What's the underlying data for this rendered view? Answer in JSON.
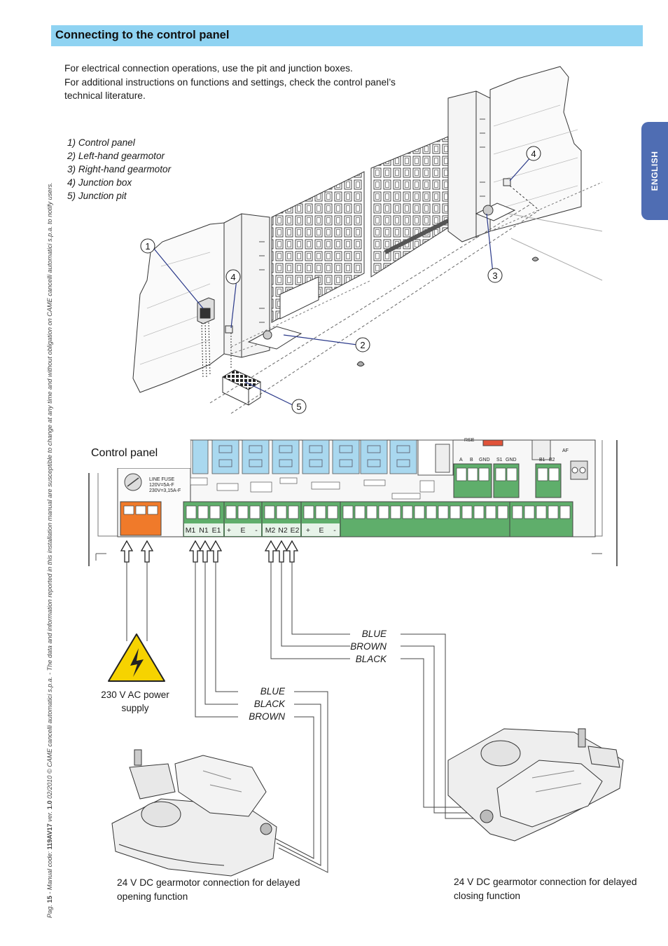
{
  "header": {
    "title": "Connecting to the control panel"
  },
  "intro": {
    "lines": [
      "For electrical connection operations, use the pit and junction boxes.",
      "For additional instructions on functions and settings, check the control panel’s",
      "technical literature."
    ]
  },
  "legend": {
    "items": [
      "1) Control panel",
      "2) Left-hand gearmotor",
      "3) Right-hand gearmotor",
      "4) Junction box",
      "5) Junction pit"
    ]
  },
  "callouts": [
    "1",
    "2",
    "3",
    "4",
    "4",
    "5"
  ],
  "language_tab": "ENGLISH",
  "panel": {
    "label": "Control panel",
    "fuse_lines": [
      "LINE FUSE",
      "120V=5A-F",
      "230V=3,15A-F"
    ],
    "top_labels": [
      "RSE",
      "A",
      "B",
      "GND",
      "S1",
      "GND",
      "B1",
      "B2",
      "AF"
    ],
    "terminals_motor1": [
      "M1",
      "N1",
      "E1"
    ],
    "terminals_enc1": [
      "+",
      "E",
      "-"
    ],
    "terminals_motor2": [
      "M2",
      "N2",
      "E2"
    ],
    "terminals_enc2": [
      "+",
      "E",
      "-"
    ]
  },
  "wiring": {
    "motor2_wires": [
      "BLUE",
      "BROWN",
      "BLACK"
    ],
    "motor1_wires": [
      "BLUE",
      "BLACK",
      "BROWN"
    ],
    "power_supply": "230 V AC power supply"
  },
  "captions": {
    "left": "24 V DC gearmotor connection for delayed opening function",
    "right": "24 V DC gearmotor connection for delayed closing function"
  },
  "footer": {
    "page_prefix": "Pag.",
    "page_number": "15",
    "manual_code_prefix": "- Manual code:",
    "manual_code": "119AV17",
    "version_prefix": "ver.",
    "version": "1.0",
    "notice": "02/2010 © CAME cancelli automatici s.p.a. - The data and information reported in this installation manual are susceptible to change at any time and without obligation on CAME cancelli automatici s.p.a. to notify users."
  },
  "colors": {
    "header_bar": "#8fd3f2",
    "language_tab": "#4f6db3",
    "terminal_green": "#5fae6b",
    "relay_blue": "#a9d8ef",
    "power_terminal": "#f07a2a",
    "warning_yellow": "#f6d300"
  }
}
